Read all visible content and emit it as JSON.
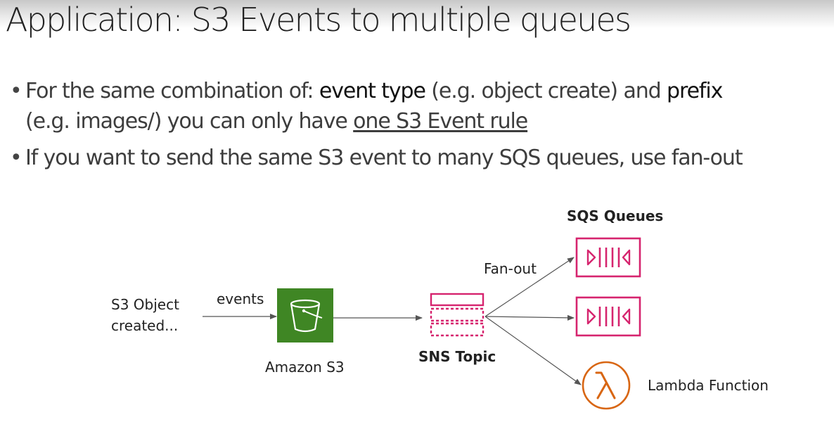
{
  "title": "Application: S3 Events to multiple queues",
  "bullets": [
    {
      "p1": "For the same combination of: ",
      "b1": "event type",
      "p2": " (e.g. object create) and ",
      "b2": "prefix",
      "p3": "(e.g. images/) you can only have ",
      "u1": "one S3 Event rule"
    },
    {
      "p1": "If you want to send the same S3 event to many SQS queues, use fan-out"
    }
  ],
  "diagram": {
    "source_label_line1": "S3 Object",
    "source_label_line2": "created...",
    "events_label": "events",
    "s3_label": "Amazon S3",
    "sns_label": "SNS Topic",
    "fanout_label": "Fan-out",
    "sqs_label": "SQS Queues",
    "lambda_label": "Lambda Function",
    "icons": {
      "s3": "s3-bucket-icon",
      "sns": "sns-topic-icon",
      "sqs": "sqs-queue-icon",
      "lambda": "lambda-icon"
    },
    "colors": {
      "s3_green": "#3f8624",
      "sqs_pink": "#d6246e",
      "lambda_orange": "#d86613",
      "arrow": "#555555"
    }
  }
}
